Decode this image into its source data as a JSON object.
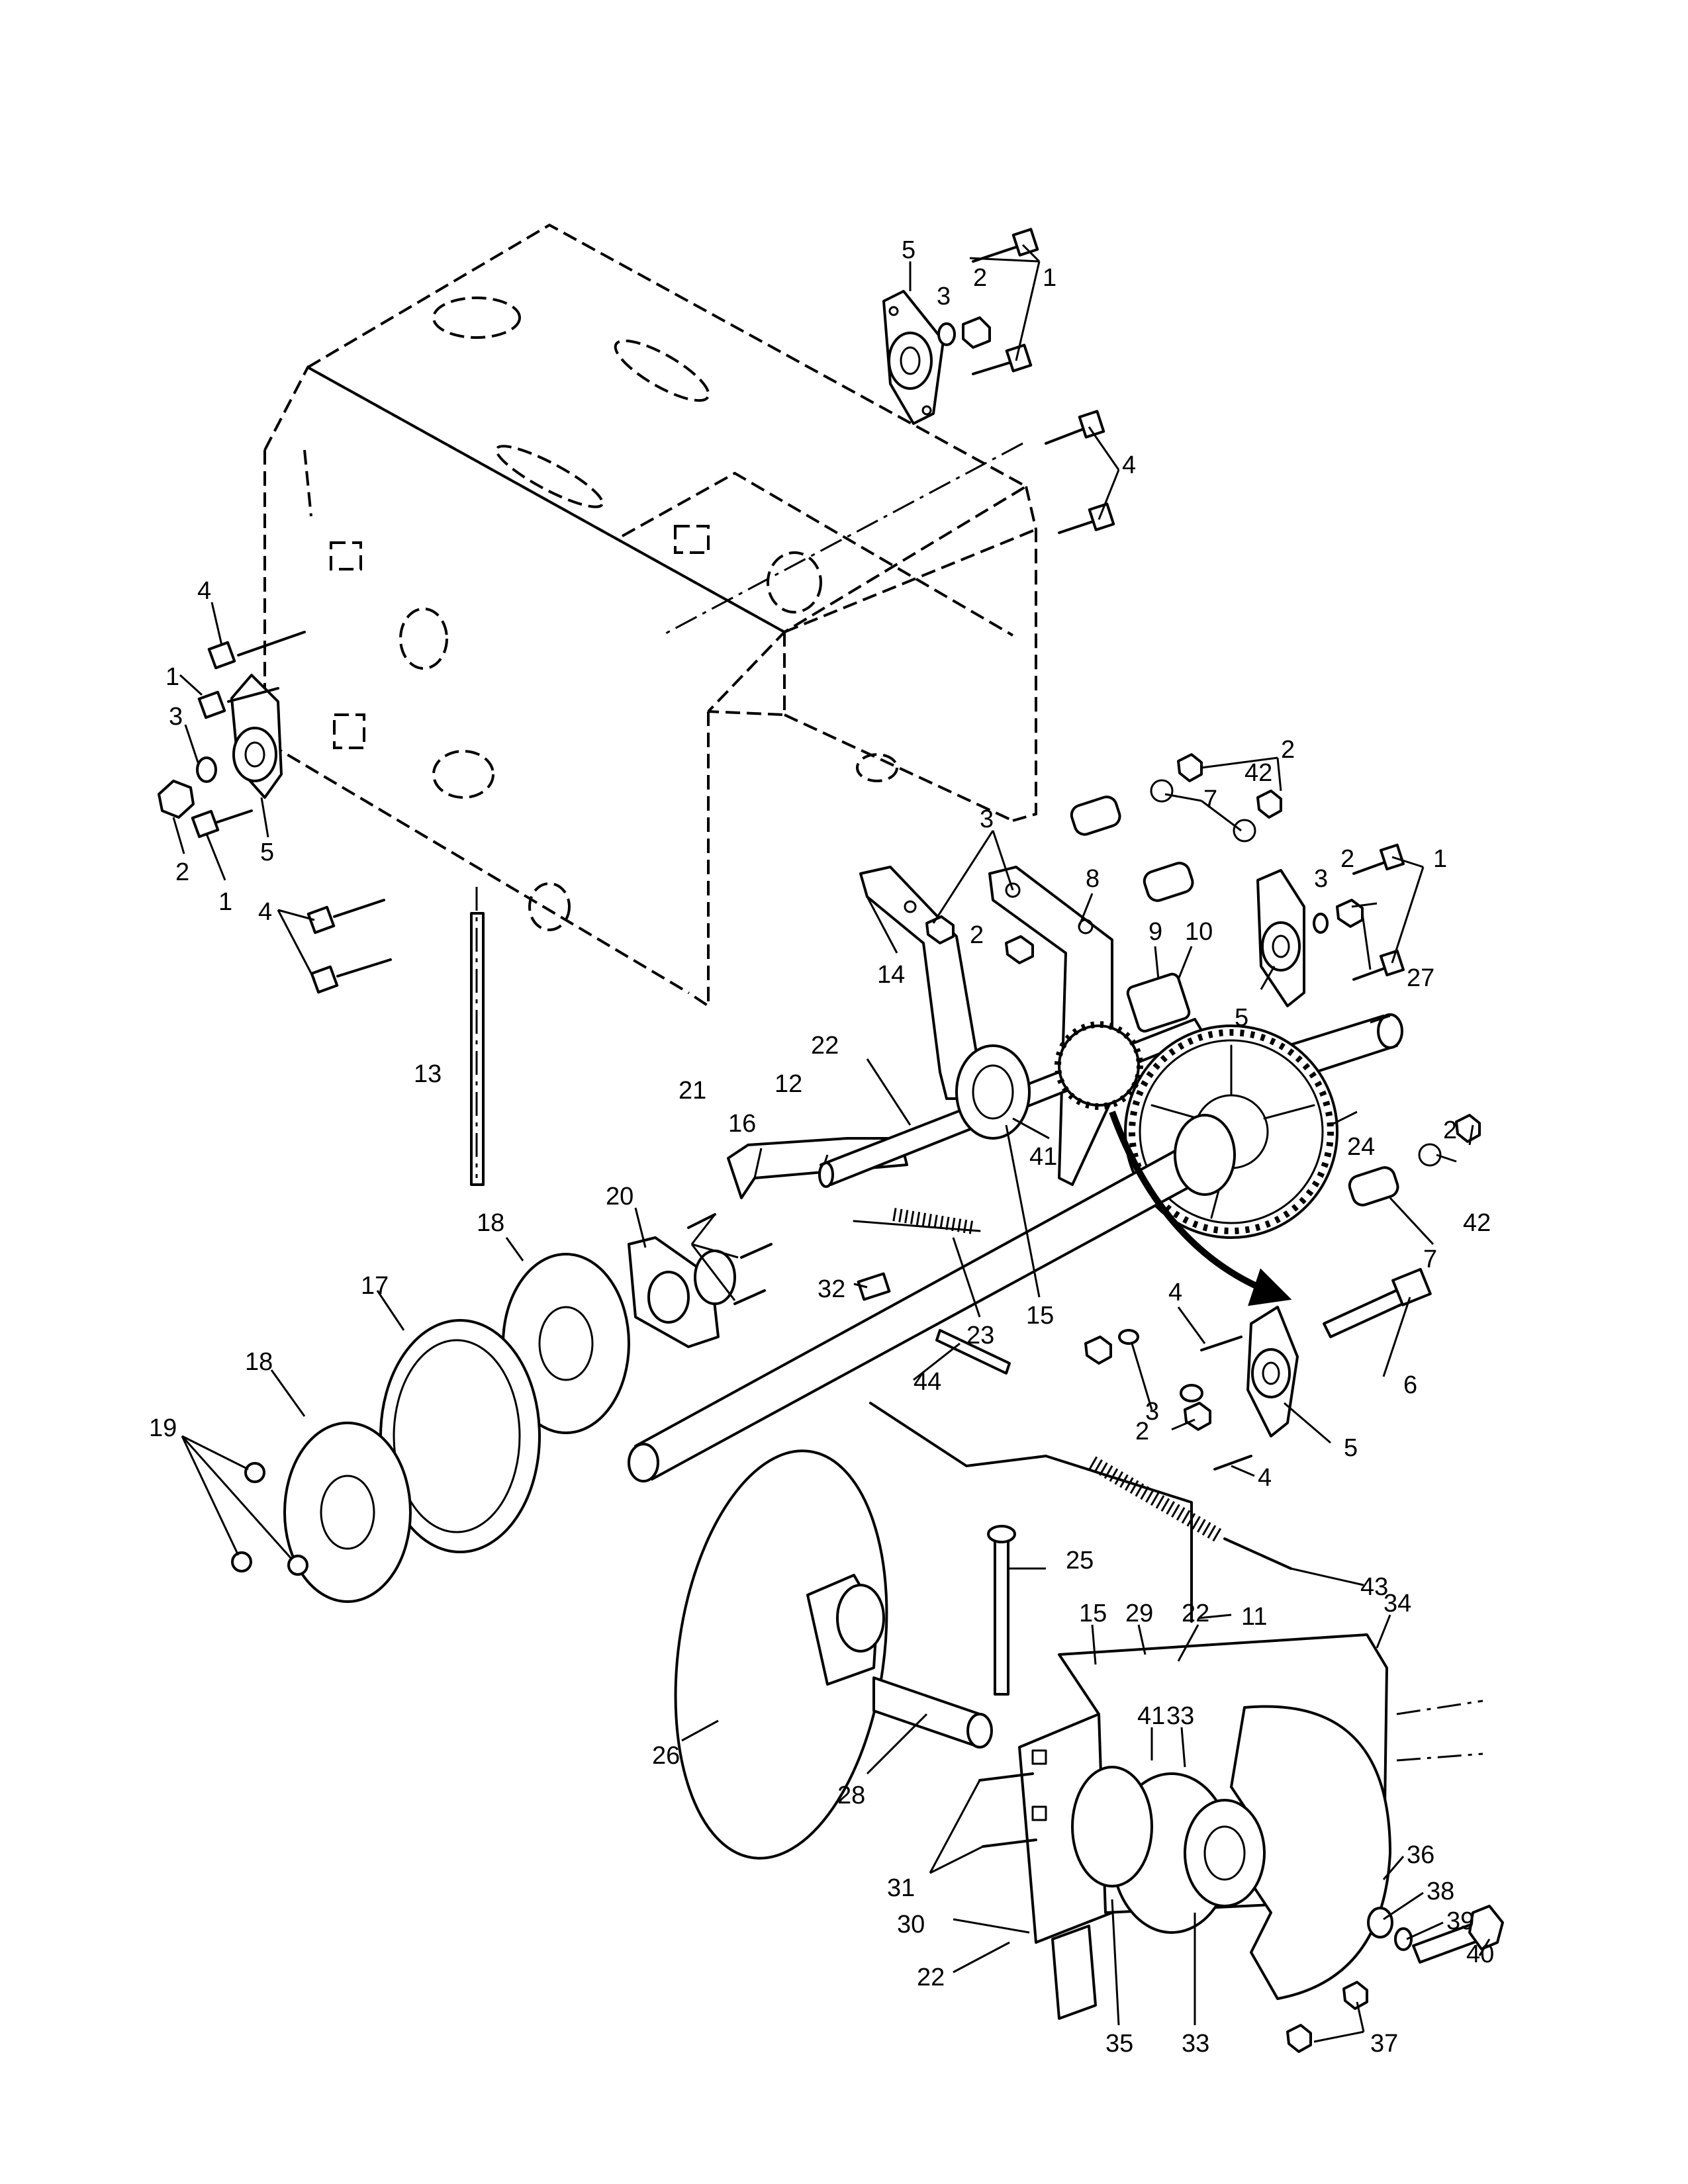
{
  "callouts": [
    {
      "id": "c5a",
      "text": "5"
    },
    {
      "id": "c1a",
      "text": "1"
    },
    {
      "id": "c3a",
      "text": "3"
    },
    {
      "id": "c2a",
      "text": "2"
    },
    {
      "id": "c4a",
      "text": "4"
    },
    {
      "id": "c4b",
      "text": "4"
    },
    {
      "id": "c1b",
      "text": "1"
    },
    {
      "id": "c3b",
      "text": "3"
    },
    {
      "id": "c2b",
      "text": "2"
    },
    {
      "id": "c1c",
      "text": "1"
    },
    {
      "id": "c5b",
      "text": "5"
    },
    {
      "id": "c4c",
      "text": "4"
    },
    {
      "id": "c13",
      "text": "13"
    },
    {
      "id": "c2c",
      "text": "2"
    },
    {
      "id": "c42a",
      "text": "42"
    },
    {
      "id": "c7a",
      "text": "7"
    },
    {
      "id": "c3c",
      "text": "3"
    },
    {
      "id": "c8",
      "text": "8"
    },
    {
      "id": "c2d",
      "text": "2"
    },
    {
      "id": "c3d",
      "text": "3"
    },
    {
      "id": "c2e",
      "text": "2"
    },
    {
      "id": "c1d",
      "text": "1"
    },
    {
      "id": "c9",
      "text": "9"
    },
    {
      "id": "c10",
      "text": "10"
    },
    {
      "id": "c5c",
      "text": "5"
    },
    {
      "id": "c27",
      "text": "27"
    },
    {
      "id": "c14",
      "text": "14"
    },
    {
      "id": "c22a",
      "text": "22"
    },
    {
      "id": "c12",
      "text": "12"
    },
    {
      "id": "c16",
      "text": "16"
    },
    {
      "id": "c21",
      "text": "21"
    },
    {
      "id": "c20",
      "text": "20"
    },
    {
      "id": "c41a",
      "text": "41"
    },
    {
      "id": "c24",
      "text": "24"
    },
    {
      "id": "c2f",
      "text": "2"
    },
    {
      "id": "c42b",
      "text": "42"
    },
    {
      "id": "c7b",
      "text": "7"
    },
    {
      "id": "c18a",
      "text": "18"
    },
    {
      "id": "c15a",
      "text": "15"
    },
    {
      "id": "c23",
      "text": "23"
    },
    {
      "id": "c32",
      "text": "32"
    },
    {
      "id": "c17",
      "text": "17"
    },
    {
      "id": "c4d",
      "text": "4"
    },
    {
      "id": "c44",
      "text": "44"
    },
    {
      "id": "c3e",
      "text": "3"
    },
    {
      "id": "c6",
      "text": "6"
    },
    {
      "id": "c2g",
      "text": "2"
    },
    {
      "id": "c5d",
      "text": "5"
    },
    {
      "id": "c4e",
      "text": "4"
    },
    {
      "id": "c18b",
      "text": "18"
    },
    {
      "id": "c19",
      "text": "19"
    },
    {
      "id": "c43",
      "text": "43"
    },
    {
      "id": "c25",
      "text": "25"
    },
    {
      "id": "c11",
      "text": "11"
    },
    {
      "id": "c34",
      "text": "34"
    },
    {
      "id": "c15b",
      "text": "15"
    },
    {
      "id": "c29",
      "text": "29"
    },
    {
      "id": "c22b",
      "text": "22"
    },
    {
      "id": "c41b",
      "text": "41"
    },
    {
      "id": "c33a",
      "text": "33"
    },
    {
      "id": "c26",
      "text": "26"
    },
    {
      "id": "c28",
      "text": "28"
    },
    {
      "id": "c31",
      "text": "31"
    },
    {
      "id": "c36",
      "text": "36"
    },
    {
      "id": "c38",
      "text": "38"
    },
    {
      "id": "c39",
      "text": "39"
    },
    {
      "id": "c40",
      "text": "40"
    },
    {
      "id": "c30",
      "text": "30"
    },
    {
      "id": "c22c",
      "text": "22"
    },
    {
      "id": "c35",
      "text": "35"
    },
    {
      "id": "c33b",
      "text": "33"
    },
    {
      "id": "c37",
      "text": "37"
    }
  ]
}
